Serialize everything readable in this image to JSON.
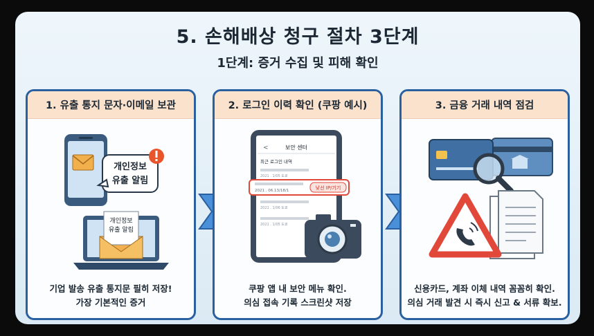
{
  "title": "5. 손해배상 청구 절차 3단계",
  "subtitle": "1단계: 증거 수집 및 피해 확인",
  "cards": [
    {
      "heading": "1. 유출 통지 문자·이메일 보관",
      "bubble_line1": "개인정보",
      "bubble_line2": "유출 알림",
      "envelope_line1": "개인정보",
      "envelope_line2": "유출 알림",
      "caption_line1": "기업 발송 유출 통지문 필히 저장!",
      "caption_line2": "가장 기본적인 증거"
    },
    {
      "heading": "2. 로그인 이력 확인 (쿠팡 예시)",
      "tablet_header": "보안 센터",
      "tablet_section": "최근 로그인 내역",
      "log_dates": [
        "2021 . 1/05 도쿄",
        "2021 . 06.13/18/1",
        "2021 . 1/06 도쿄",
        "2021 . 1/05 도쿄"
      ],
      "highlight_tag": "낯선 IP/기기",
      "caption_line1": "쿠팡 앱 내 보안 메뉴 확인.",
      "caption_line2": "의심 접속 기록 스크린샷 저장"
    },
    {
      "heading": "3. 금융 거래 내역 점검",
      "caption_line1": "신용카드, 계좌 이체 내역 꼼꼼히 확인.",
      "caption_line2": "의심 거래 발견 시 즉시 신고 & 서류 확보."
    }
  ],
  "colors": {
    "card_border": "#2a5fa0",
    "card_header": "#fbe2cc",
    "arrow": "#4a90d9",
    "alert_red": "#e2483a",
    "envelope": "#f2b04c"
  },
  "icons": [
    "smartphone-icon",
    "mail-icon",
    "alert-icon",
    "laptop-icon",
    "open-envelope-icon",
    "tablet-icon",
    "camera-icon",
    "credit-card-icon",
    "bank-card-icon",
    "magnifier-icon",
    "warning-phone-icon",
    "document-icon"
  ]
}
